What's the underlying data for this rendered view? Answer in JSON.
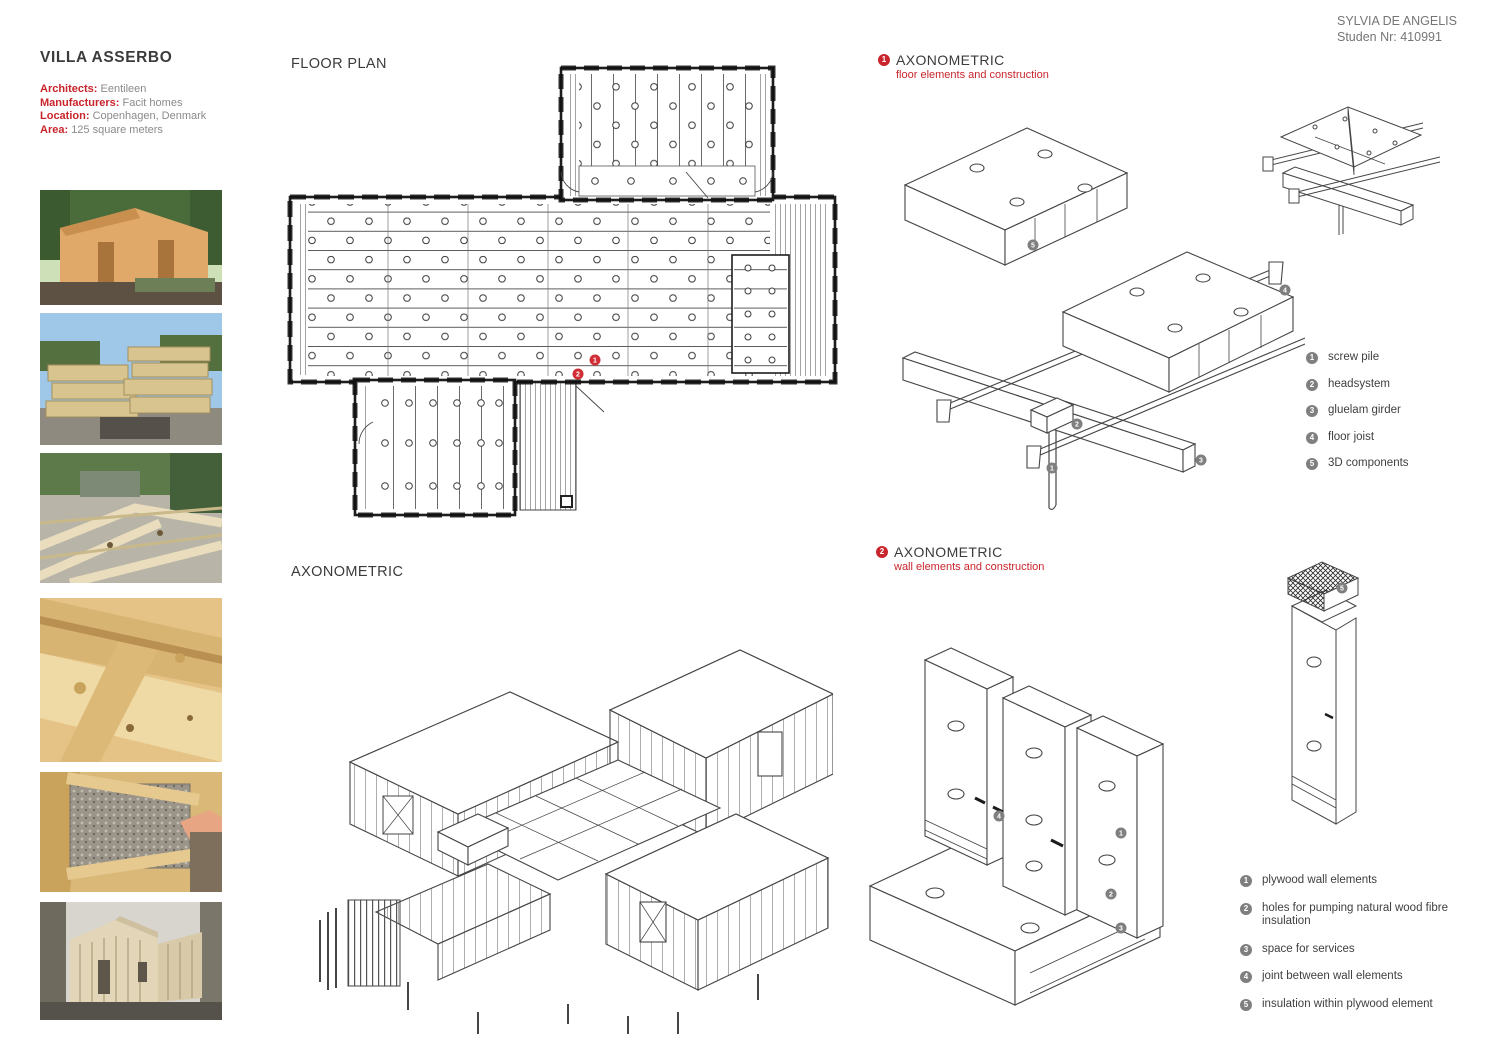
{
  "header": {
    "author": "SYLVIA DE ANGELIS",
    "student_nr": "Studen Nr: 410991"
  },
  "project": {
    "title": "VILLA ASSERBO",
    "fields": [
      {
        "label": "Architects:",
        "value": "Eentileen"
      },
      {
        "label": "Manufacturers:",
        "value": "Facit homes"
      },
      {
        "label": "Location:",
        "value": "Copenhagen, Denmark"
      },
      {
        "label": "Area:",
        "value": "125 square meters"
      }
    ]
  },
  "photos": [
    {
      "alt": "timber house frame under construction in forest"
    },
    {
      "alt": "stacked plywood floor elements on site"
    },
    {
      "alt": "floor joist grid during assembly"
    },
    {
      "alt": "close-up of plywood beam joint"
    },
    {
      "alt": "wood fibre insulation inside wall element"
    },
    {
      "alt": "finished villa exterior with wood cladding"
    }
  ],
  "floor_plan": {
    "title": "FLOOR PLAN",
    "markers": [
      {
        "num": "1"
      },
      {
        "num": "2"
      }
    ]
  },
  "axon_house": {
    "title": "AXONOMETRIC"
  },
  "axon_floor": {
    "marker": "1",
    "title": "AXONOMETRIC",
    "subtitle": "floor elements and construction",
    "legend": [
      {
        "num": "1",
        "label": "screw pile"
      },
      {
        "num": "2",
        "label": "headsystem"
      },
      {
        "num": "3",
        "label": "gluelam girder"
      },
      {
        "num": "4",
        "label": "floor joist"
      },
      {
        "num": "5",
        "label": "3D components"
      }
    ]
  },
  "axon_wall": {
    "marker": "2",
    "title": "AXONOMETRIC",
    "subtitle": "wall elements and construction",
    "legend": [
      {
        "num": "1",
        "label": "plywood wall elements"
      },
      {
        "num": "2",
        "label": "holes for pumping natural wood fibre insulation"
      },
      {
        "num": "3",
        "label": "space for services"
      },
      {
        "num": "4",
        "label": "joint between wall elements"
      },
      {
        "num": "5",
        "label": "insulation within plywood element"
      }
    ]
  },
  "colors": {
    "accent_red": "#c9252c",
    "marker_red": "#d12f35",
    "marker_gray": "#7f7f7f",
    "line": "#454545"
  }
}
